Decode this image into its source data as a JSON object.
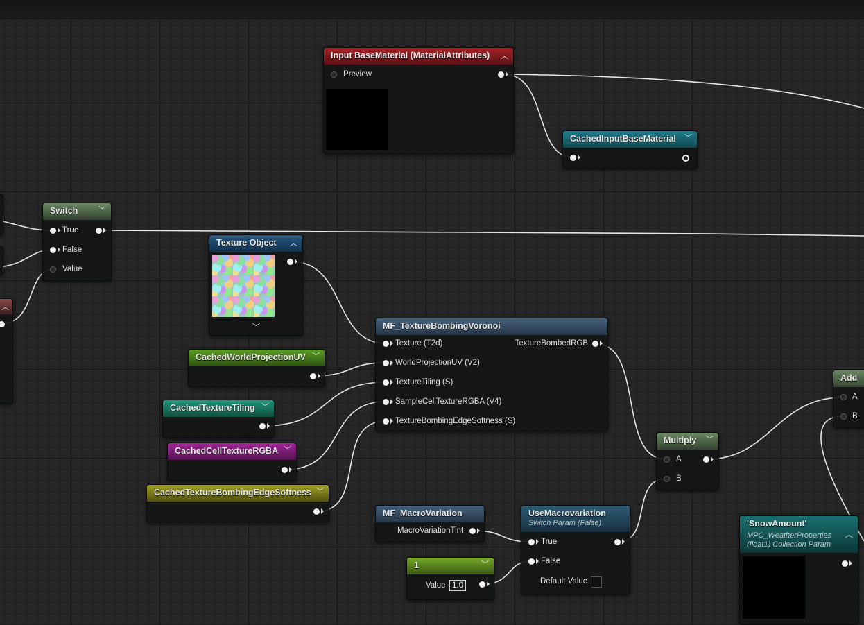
{
  "nodes": {
    "input_base_material": {
      "title": "Input BaseMaterial (MaterialAttributes)",
      "preview_label": "Preview",
      "header_color": "#8c1a1e"
    },
    "cached_input_base_material": {
      "title": "CachedInputBaseMaterial",
      "header_color": "#1a6e7a"
    },
    "switch": {
      "title": "Switch",
      "pins": [
        "True",
        "False",
        "Value"
      ],
      "header_color": "#536a4c"
    },
    "texture_object": {
      "title": "Texture Object",
      "header_color": "#1d4a6e"
    },
    "mf_texture_bombing_voronoi": {
      "title": "MF_TextureBombingVoronoi",
      "inputs": [
        "Texture (T2d)",
        "WorldProjectionUV (V2)",
        "TextureTiling (S)",
        "SampleCellTextureRGBA (V4)",
        "TextureBombingEdgeSoftness (S)"
      ],
      "output": "TextureBombedRGB",
      "header_color": "#3c5670"
    },
    "cached_world_projection_uv": {
      "title": "CachedWorldProjectionUV",
      "header_color": "#4e8a1e"
    },
    "cached_texture_tiling": {
      "title": "CachedTextureTiling",
      "header_color": "#1e8068"
    },
    "cached_cell_texture_rgba": {
      "title": "CachedCellTextureRGBA",
      "header_color": "#8a2080"
    },
    "cached_texture_bombing_edge_softness": {
      "title": "CachedTextureBombingEdgeSoftness",
      "header_color": "#8a8a1e"
    },
    "multiply": {
      "title": "Multiply",
      "pins": [
        "A",
        "B"
      ],
      "header_color": "#536a4c"
    },
    "add": {
      "title": "Add",
      "pins": [
        "A",
        "B"
      ],
      "header_color": "#536a4c"
    },
    "mf_macro_variation": {
      "title": "MF_MacroVariation",
      "output": "MacroVariationTint",
      "header_color": "#3c5670"
    },
    "constant": {
      "title": "1",
      "value_label": "Value",
      "value": "1.0",
      "header_color": "#5e8a22"
    },
    "use_macrovariation": {
      "title": "UseMacrovariation",
      "subtitle": "Switch Param (False)",
      "pins": [
        "True",
        "False"
      ],
      "default_label": "Default Value",
      "header_color": "#2a5268"
    },
    "snow_amount": {
      "title": "'SnowAmount'",
      "subtitle_line1": "MPC_WeatherProperties",
      "subtitle_line2": "(float1) Collection Param",
      "header_color": "#155a5a"
    }
  },
  "icons": {
    "collapse": "chevron-up-icon",
    "expand": "chevron-down-icon"
  },
  "wire_color": "#e6e6e6"
}
